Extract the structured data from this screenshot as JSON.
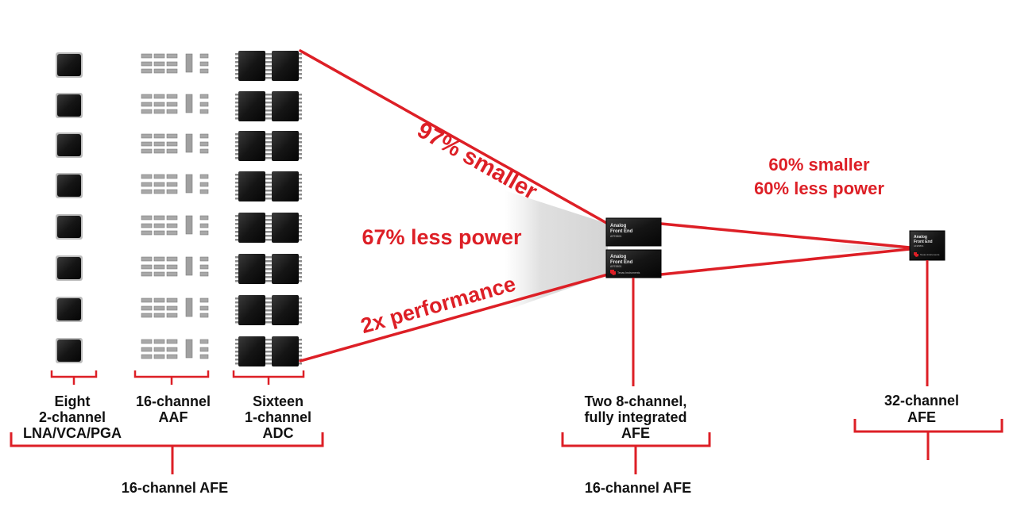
{
  "stage_left": {
    "groups": [
      {
        "line1": "Eight",
        "line2": "2-channel",
        "line3": "LNA/VCA/PGA"
      },
      {
        "line1": "16-channel",
        "line2": "AAF"
      },
      {
        "line1": "Sixteen",
        "line2": "1-channel",
        "line3": "ADC"
      }
    ],
    "total_label": "16-channel AFE"
  },
  "stage_middle": {
    "line1": "Two 8-channel,",
    "line2": "fully integrated",
    "line3": "AFE",
    "total_label": "16-channel AFE",
    "chip_text": {
      "line1": "Analog",
      "line2": "Front End",
      "line3": "AFE5801",
      "brand": "Texas Instruments"
    }
  },
  "stage_right": {
    "line1": "32-channel",
    "line2": "AFE",
    "chip_text": {
      "line1": "Analog",
      "line2": "Front End",
      "line3": "AFE5801",
      "brand": "Texas Instruments"
    }
  },
  "claims_first": {
    "smaller": "97% smaller",
    "power": "67% less power",
    "performance": "2x performance"
  },
  "claims_second": {
    "smaller": "60% smaller",
    "power": "60% less power"
  },
  "colors": {
    "accent_red": "#dd1f26",
    "chip_black": "#151515",
    "passive_gray": "#9a9a9a",
    "label_black": "#111111"
  }
}
